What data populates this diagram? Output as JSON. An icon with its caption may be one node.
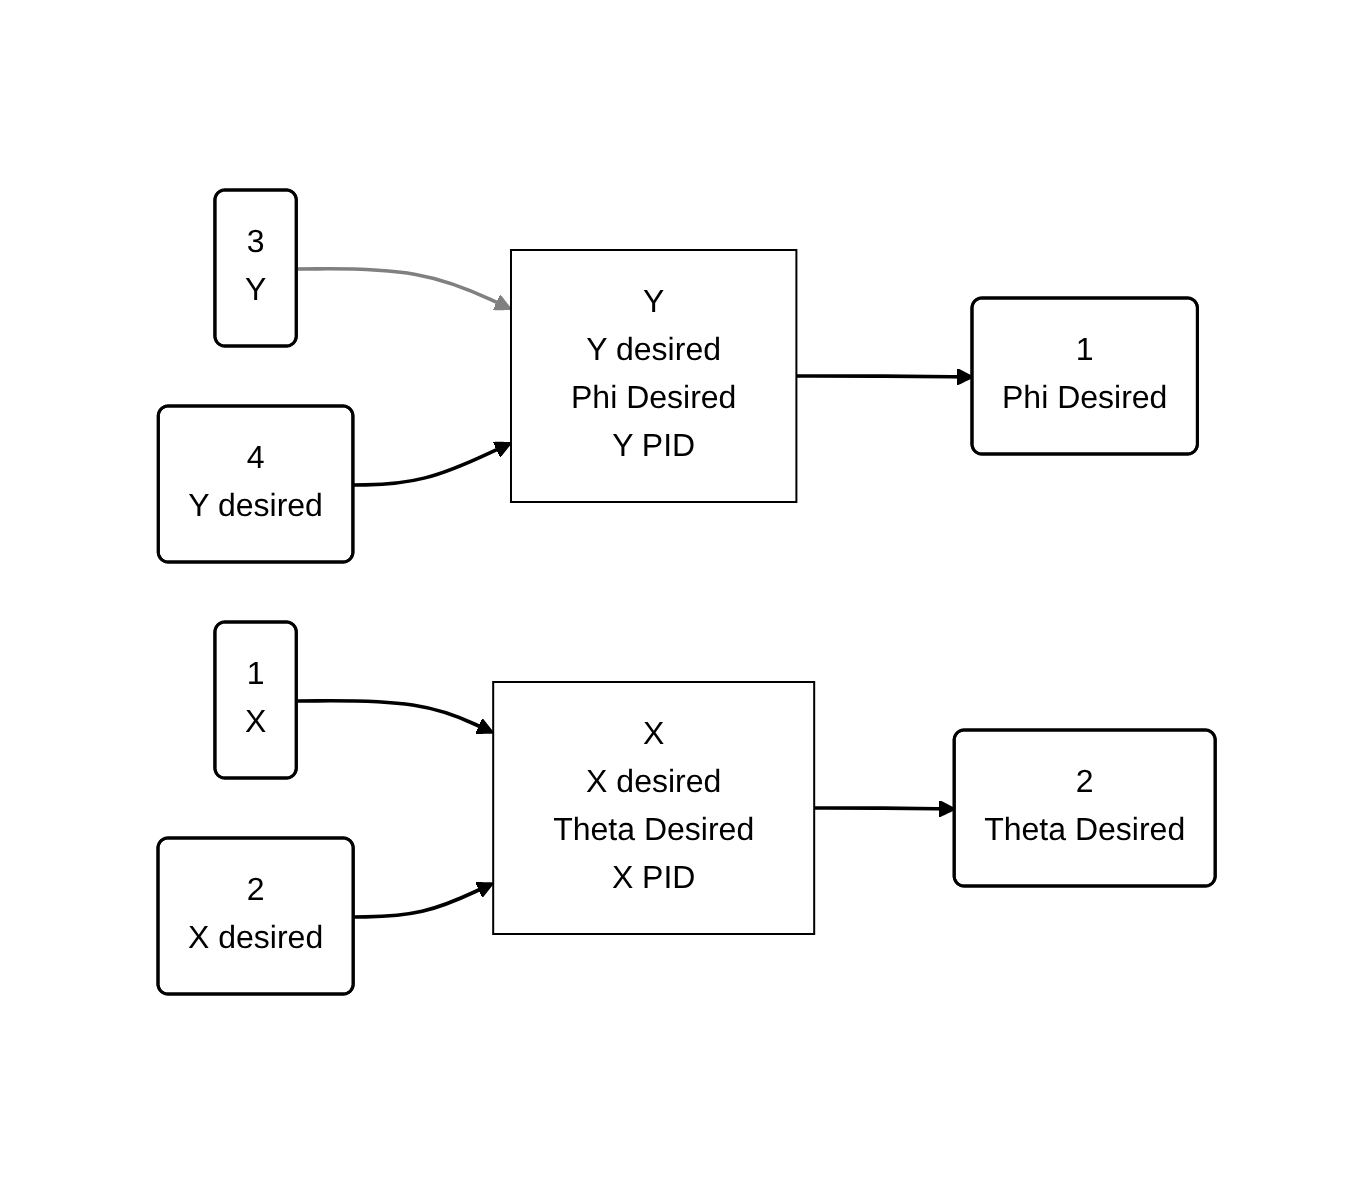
{
  "diagram": {
    "nodes": [
      {
        "text": [
          "3",
          "Y"
        ]
      },
      {
        "text": [
          "Y",
          "Y desired",
          "Phi Desired",
          "Y PID"
        ]
      },
      {
        "text": [
          "1",
          "Phi Desired"
        ]
      },
      {
        "text": [
          "4",
          "Y desired"
        ]
      },
      {
        "text": [
          "1",
          "X"
        ]
      },
      {
        "text": [
          "X",
          "X desired",
          "Theta Desired",
          "X PID"
        ]
      },
      {
        "text": [
          "2",
          "Theta Desired"
        ]
      },
      {
        "text": [
          "2",
          "X desired"
        ]
      }
    ],
    "edges": [
      {
        "from": 0,
        "to": 1,
        "arrow": "to",
        "color": "#808080"
      },
      {
        "from": 1,
        "to": 2,
        "arrow": "to"
      },
      {
        "from": 3,
        "to": 1,
        "arrow": "to"
      },
      {
        "from": 4,
        "to": 5,
        "arrow": "to"
      },
      {
        "from": 5,
        "to": 6,
        "arrow": "to"
      },
      {
        "from": 7,
        "to": 5,
        "arrow": "to"
      }
    ]
  }
}
